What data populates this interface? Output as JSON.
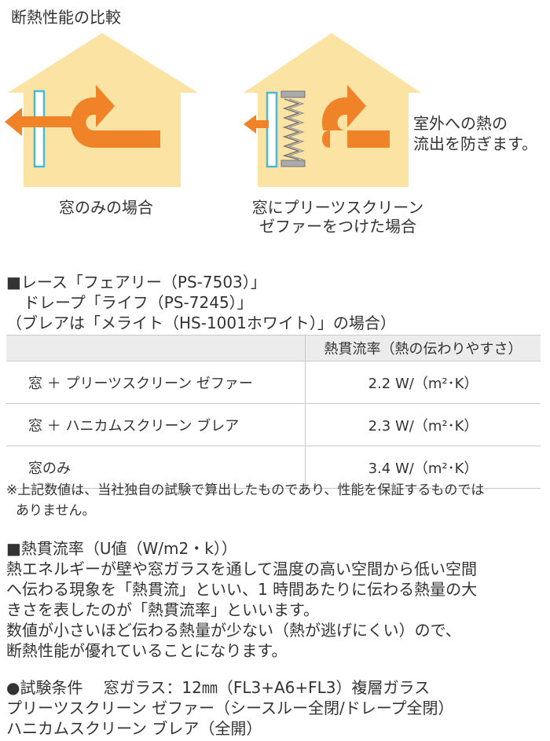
{
  "title": "断熱性能の比較",
  "colors": {
    "house": "#fbe3a4",
    "arrow": "#f08328",
    "glass": "#4ab9d8",
    "screen": "#999999",
    "table_header_bg": "#ececec"
  },
  "diagram": {
    "left_caption": "窓のみの場合",
    "right_caption_line1": "窓にプリーツスクリーン",
    "right_caption_line2": "ゼファーをつけた場合",
    "note_line1": "室外への熱の",
    "note_line2": "流出を防ぎます。"
  },
  "section1": {
    "line1": "■レース「フェアリー（PS-7503）」",
    "line2": "ドレープ「ライフ（PS-7245）」",
    "line3": "（ブレアは「メライト（HS-1001ホワイト）」の場合）"
  },
  "table": {
    "header_value": "熱貫流率（熱の伝わりやすさ）",
    "rows": [
      {
        "label": "窓 ＋ プリーツスクリーン ゼファー",
        "value": "2.2 W/（m²･K）"
      },
      {
        "label": "窓 ＋ ハニカムスクリーン ブレア",
        "value": "2.3 W/（m²･K）"
      },
      {
        "label": "窓のみ",
        "value": "3.4 W/（m²･K）"
      }
    ]
  },
  "note": {
    "line1": "※上記数値は、当社独自の試験で算出したものであり、性能を保証するものでは",
    "line2": "ありません。"
  },
  "section2": {
    "heading": "■熱貫流率（U値（W/m2・k））",
    "lines": [
      "熱エネルギーが壁や窓ガラスを通して温度の高い空間から低い空間",
      "へ伝わる現象を「熱貫流」といい、1 時間あたりに伝わる熱量の大",
      "きさを表したのが「熱貫流率」といいます。",
      "数値が小さいほど伝わる熱量が少ない（熱が逃げにくい）ので、",
      "断熱性能が優れていることになります。"
    ]
  },
  "section3": {
    "lines": [
      "●試験条件　  窓ガラス：12㎜（FL3+A6+FL3）複層ガラス",
      "プリーツスクリーン ゼファー（シースルー全閉/ドレープ全閉）",
      "ハニカムスクリーン ブレア（全開）"
    ]
  }
}
